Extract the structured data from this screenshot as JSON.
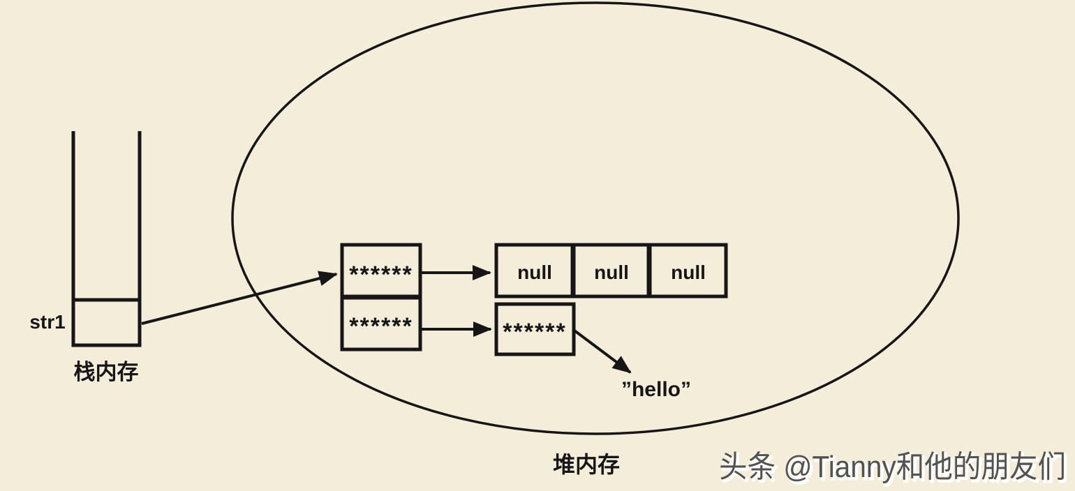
{
  "colors": {
    "background": "#f3edda",
    "ink": "#161616",
    "watermark": "#525250"
  },
  "stack": {
    "pointer_label": "str1",
    "label": "栈内存"
  },
  "heap": {
    "label": "堆内存",
    "ref_cell_top": "******",
    "ref_cell_bottom": "******",
    "null_cells": [
      "null",
      "null",
      "null"
    ],
    "string_ref_cell": "******",
    "string_value": "”hello”"
  },
  "watermark": {
    "text": "头条 @Tianny和他的朋友们"
  }
}
